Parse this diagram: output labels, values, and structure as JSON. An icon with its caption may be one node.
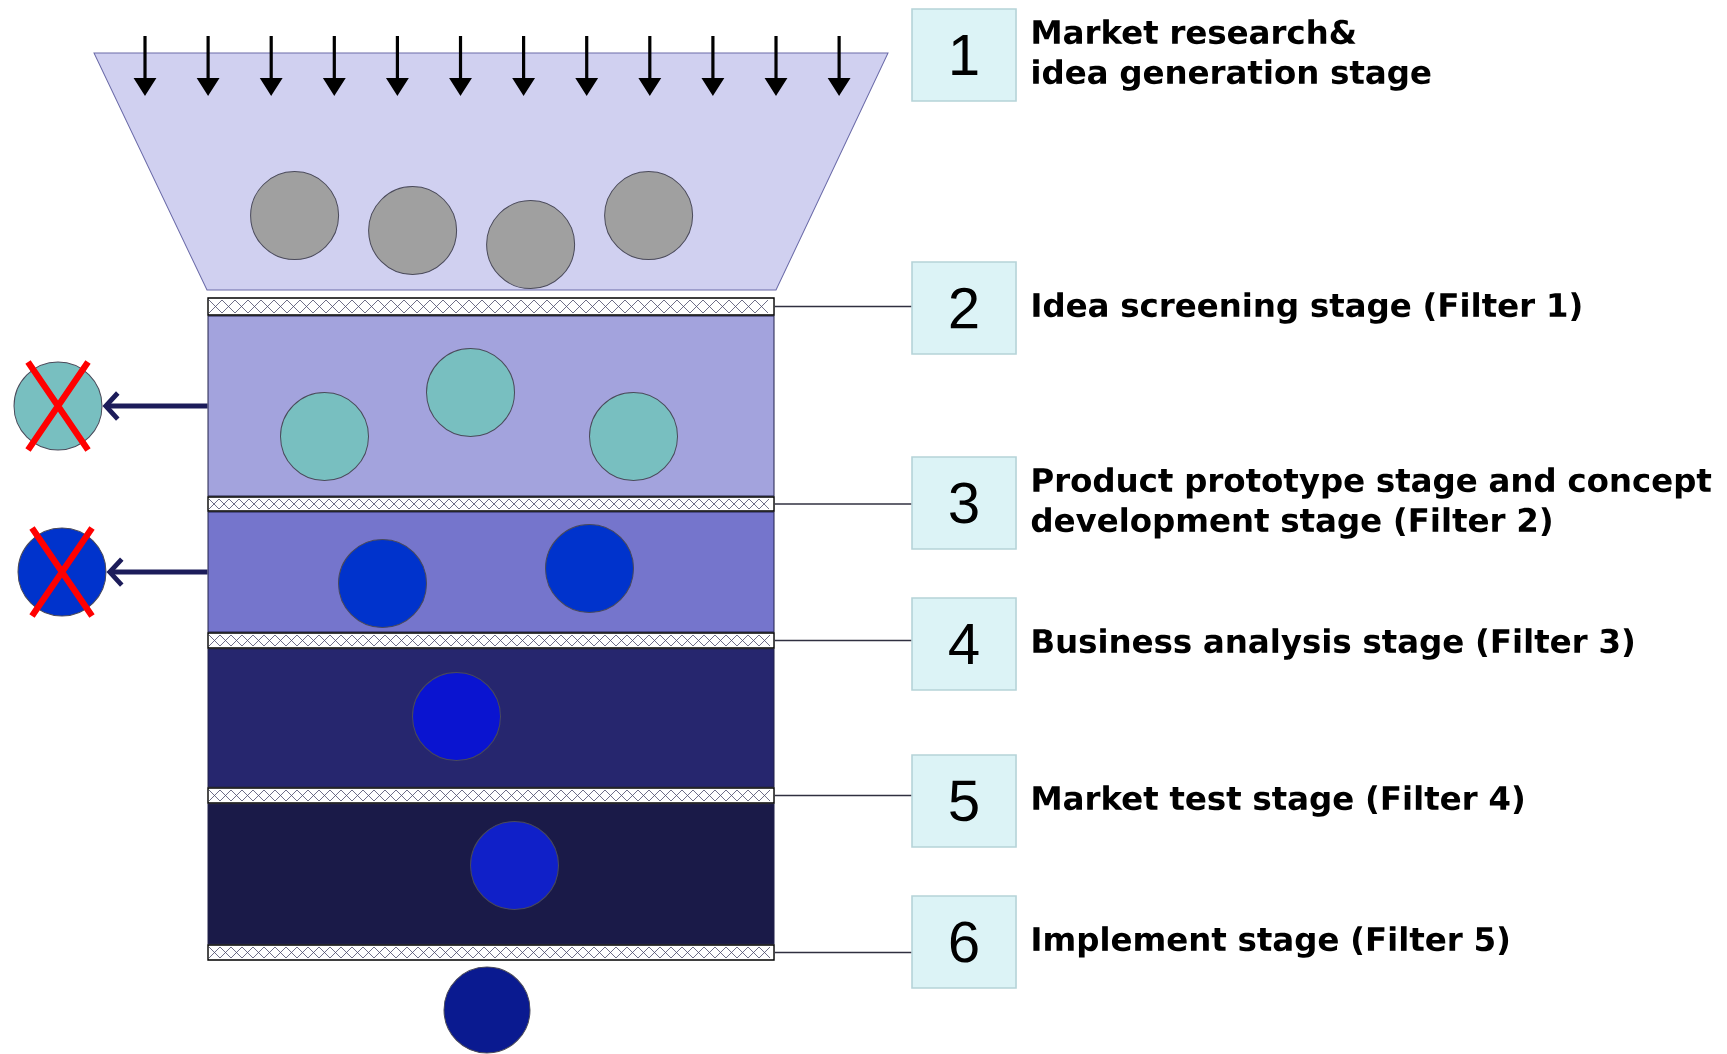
{
  "diagram": {
    "nodes": [
      {
        "text": [],
        "shape": "funnel"
      },
      {
        "text": [],
        "shape": "circle",
        "in": 0
      },
      {
        "text": [],
        "shape": "circle",
        "in": 0
      },
      {
        "text": [],
        "shape": "circle",
        "in": 0
      },
      {
        "text": [],
        "shape": "circle",
        "in": 0
      },
      {
        "text": [],
        "shape": "bar"
      },
      {
        "text": [],
        "shape": "box"
      },
      {
        "text": [],
        "shape": "circle",
        "in": 6
      },
      {
        "text": [],
        "shape": "circle",
        "in": 6
      },
      {
        "text": [],
        "shape": "circle",
        "in": 6
      },
      {
        "text": [],
        "shape": "bar"
      },
      {
        "text": [],
        "shape": "box"
      },
      {
        "text": [],
        "shape": "circle",
        "in": 11
      },
      {
        "text": [],
        "shape": "circle",
        "in": 11
      },
      {
        "text": [],
        "shape": "bar"
      },
      {
        "text": [],
        "shape": "box"
      },
      {
        "text": [],
        "shape": "circle",
        "in": 15
      },
      {
        "text": [],
        "shape": "bar"
      },
      {
        "text": [],
        "shape": "box"
      },
      {
        "text": [],
        "shape": "circle",
        "in": 18
      },
      {
        "text": [],
        "shape": "bar"
      },
      {
        "text": [],
        "shape": "circle"
      },
      {
        "text": [],
        "shape": "circle"
      },
      {
        "text": [],
        "shape": "circle"
      },
      {
        "text": [
          "1"
        ],
        "beside": [
          "Market research& idea generation stage"
        ]
      },
      {
        "text": [
          "2"
        ],
        "beside": [
          "Idea screening stage (Filter 1)"
        ]
      },
      {
        "text": [
          "3"
        ],
        "beside": [
          "Product prototype stage and concept development stage (Filter 2)"
        ]
      },
      {
        "text": [
          "4"
        ],
        "beside": [
          "Business analysis stage (Filter 3)"
        ]
      },
      {
        "text": [
          "5"
        ],
        "beside": [
          "Market test stage (Filter 4)"
        ]
      },
      {
        "text": [
          "6"
        ],
        "beside": [
          "Implement stage (Filter 5)"
        ]
      }
    ],
    "edges": [
      {
        "from": 6,
        "to": 22,
        "arrow": "to",
        "style": "thick",
        "color": "#1c1c5a"
      },
      {
        "from": 11,
        "to": 23,
        "arrow": "to",
        "style": "thick",
        "color": "#1c1c5a"
      },
      {
        "from": 5,
        "to": 25,
        "arrow": "none"
      },
      {
        "from": 10,
        "to": 26,
        "arrow": "none"
      },
      {
        "from": 14,
        "to": 27,
        "arrow": "none"
      },
      {
        "from": 17,
        "to": 28,
        "arrow": "none"
      },
      {
        "from": 20,
        "to": 29,
        "arrow": "none"
      }
    ]
  }
}
